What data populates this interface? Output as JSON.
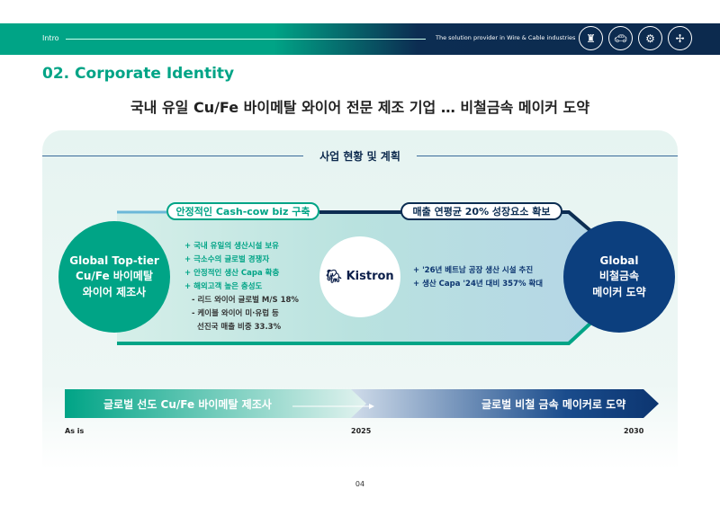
{
  "header": {
    "section": "Intro",
    "tagline": "The solution provider in Wire & Cable industries",
    "icons": [
      "power-tower-icon",
      "ev-car-icon",
      "appliance-icon",
      "wind-turbine-icon"
    ]
  },
  "title": "02. Corporate Identity",
  "subtitle": "국내 유일 Cu/Fe 바이메탈 와이어 전문 제조 기업 … 비철금속 메이커 도약",
  "section_title": "사업 현황 및 계획",
  "pill_left": "안정적인 Cash-cow biz 구축",
  "pill_right": "매출 연평균 20% 성장요소 확보",
  "circle_left": [
    "Global Top-tier",
    "Cu/Fe 바이메탈",
    "와이어 제조사"
  ],
  "circle_right": [
    "Global",
    "비철금속",
    "메이커 도약"
  ],
  "logo_text": "Kistron",
  "left_list": [
    "+ 국내 유일의 생산시설 보유",
    "+ 극소수의 글로벌 경쟁자",
    "+ 안정적인 생산 Capa 확충",
    "+ 해외고객 높은 충성도",
    "- 리드 와이어 글로벌 M/S 18%",
    "- 케이블 와이어 미·유럽 등",
    "선진국 매출 비중 33.3%"
  ],
  "right_list": [
    "+ '26년 베트남 공장 생산 시설 추진",
    "+ 생산 Capa '24년 대비 357% 확대"
  ],
  "timeline": {
    "left": "글로벌 선도 Cu/Fe 바이메탈 제조사",
    "right": "글로벌 비철 금속 메이커로 도약",
    "years": [
      "As is",
      "2025",
      "2030"
    ]
  },
  "page": "04",
  "colors": {
    "green": "#00a486",
    "navy": "#0c2d52"
  }
}
